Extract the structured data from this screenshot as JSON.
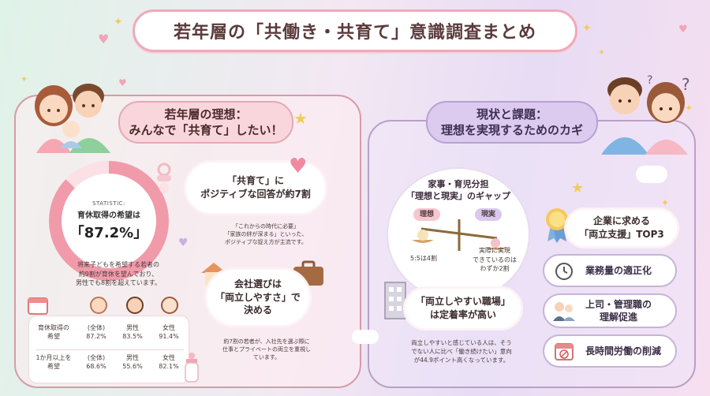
{
  "title": "若年層の「共働き・共育て」意識調査まとめ",
  "left": {
    "header_line1": "若年層の理想：",
    "header_line2": "みんなで「共育て」したい！",
    "statistic_label": "STATISTIC:",
    "statistic_title": "育休取得の希望は",
    "statistic_value": "「87.2%」",
    "statistic_value_numeric": 87.2,
    "statistic_note_1": "将来子どもを希望する若者の",
    "statistic_note_2": "約9割が育休を望んでおり、",
    "statistic_note_3": "男性でも8割を超えています。",
    "cloud1_title_1": "「共育て」に",
    "cloud1_title_2": "ポジティブな回答が約7割",
    "cloud1_note_1": "「これからの時代に必要」",
    "cloud1_note_2": "「家族の絆が深まる」といった、",
    "cloud1_note_3": "ポジティブな捉え方が主流です。",
    "cloud2_title_1": "会社選びは",
    "cloud2_title_2": "「両立しやすさ」で",
    "cloud2_title_3": "決める",
    "cloud2_note_1": "約7割の若者が、入社先を選ぶ際に",
    "cloud2_note_2": "仕事とプライベートの両立を重視し",
    "cloud2_note_3": "ています。",
    "table": {
      "rows": [
        {
          "label_1": "育休取得の",
          "label_2": "希望",
          "total_1": "(全体)",
          "total_2": "87.2%",
          "male_1": "男性",
          "male_2": "83.5%",
          "female_1": "女性",
          "female_2": "91.4%"
        },
        {
          "label_1": "1か月以上を",
          "label_2": "希望",
          "total_1": "(全体)",
          "total_2": "68.6%",
          "male_1": "男性",
          "male_2": "55.6%",
          "female_1": "女性",
          "female_2": "82.1%"
        }
      ]
    }
  },
  "right": {
    "header_line1": "現状と課題：",
    "header_line2": "理想を実現するためのカギ",
    "gap_title_1": "家事・育児分担",
    "gap_title_2": "「理想と現実」のギャップ",
    "ideal_label": "理想",
    "reality_label": "現実",
    "ideal_caption": "5:5は4割",
    "reality_caption_1": "実際に実現",
    "reality_caption_2": "できているのは",
    "reality_caption_3": "わずか2割",
    "workplace_title_1": "「両立しやすい職場」",
    "workplace_title_2": "は定着率が高い",
    "workplace_note_1": "両立しやすいと感じている人は、そう",
    "workplace_note_2": "でない人に比べ「働き続けたい」意向",
    "workplace_note_3": "が44.9ポイント高くなっています。",
    "top3_title_1": "企業に求める",
    "top3_title_2": "「両立支援」TOP3",
    "items": [
      {
        "label_1": "業務量の適正化",
        "label_2": ""
      },
      {
        "label_1": "上司・管理職の",
        "label_2": "理解促進"
      },
      {
        "label_1": "長時間労働の削減",
        "label_2": ""
      }
    ]
  },
  "colors": {
    "pink": "#f09aaa",
    "lavender": "#b9a0d2",
    "border": "#f0a9bb"
  },
  "icons": [
    "heart-icon",
    "star-icon",
    "sparkle-icon",
    "family-icon",
    "couple-icon",
    "pacifier-icon",
    "baby-bottle-icon",
    "house-icon",
    "briefcase-icon",
    "scale-icon",
    "building-icon",
    "medal-icon",
    "alarm-clock-icon",
    "office-people-icon",
    "calendar-icon",
    "cloud-icon"
  ]
}
